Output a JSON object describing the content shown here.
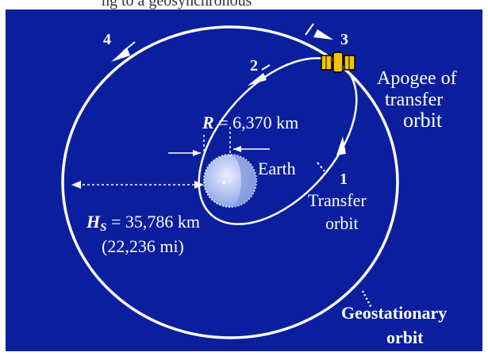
{
  "colors": {
    "background": "#0b1f9e",
    "line": "#ffffff",
    "earth": "#b7c5f2",
    "satellite_panel": "#f2c400"
  },
  "header_fragment": "ng to a geosynchronous",
  "steps": {
    "s1": "1",
    "s2": "2",
    "s3": "3",
    "s4": "4"
  },
  "labels": {
    "apogee_line1": "Apogee of",
    "apogee_line2": "transfer",
    "apogee_line3": "orbit",
    "radius_symbol": "R",
    "radius_value": " = 6,370 km",
    "earth": "Earth",
    "transfer_line1": "Transfer",
    "transfer_line2": "orbit",
    "height_symbol": "H",
    "height_subscript": "S",
    "height_value": " = 35,786 km",
    "height_miles": "(22,236 mi)",
    "geo_line1": "Geostationary",
    "geo_line2": "orbit"
  },
  "icons": {
    "satellite": "satellite-icon",
    "earth": "earth-icon"
  }
}
